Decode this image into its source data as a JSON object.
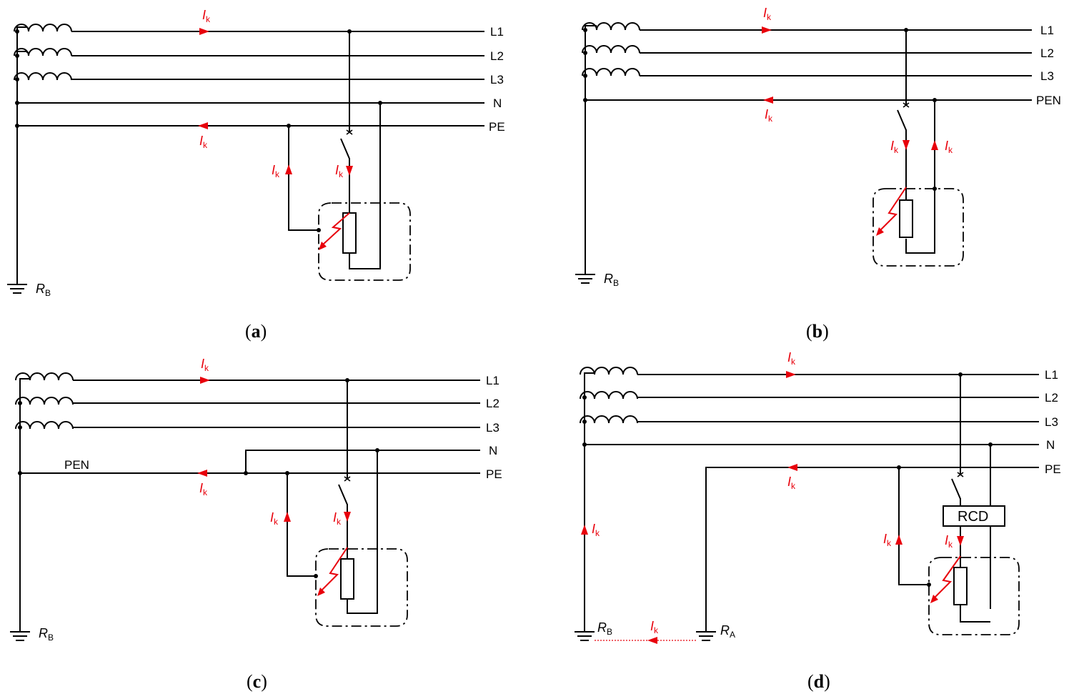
{
  "current_symbol": "I",
  "current_subscript": "k",
  "panels": {
    "a": {
      "caption_open": "(",
      "caption_letter": "a",
      "caption_close": ")",
      "line_labels": [
        "L1",
        "L2",
        "L3",
        "N",
        "PE"
      ],
      "earth_symbol": "R",
      "earth_subscript": "B"
    },
    "b": {
      "caption_open": "(",
      "caption_letter": "b",
      "caption_close": ")",
      "line_labels": [
        "L1",
        "L2",
        "L3",
        "PEN"
      ],
      "earth_symbol": "R",
      "earth_subscript": "B"
    },
    "c": {
      "caption_open": "(",
      "caption_letter": "c",
      "caption_close": ")",
      "line_labels": [
        "L1",
        "L2",
        "L3",
        "N",
        "PE"
      ],
      "pen_label": "PEN",
      "earth_symbol": "R",
      "earth_subscript": "B"
    },
    "d": {
      "caption_open": "(",
      "caption_letter": "d",
      "caption_close": ")",
      "line_labels": [
        "L1",
        "L2",
        "L3",
        "N",
        "PE"
      ],
      "rcd_label": "RCD",
      "earth_symbol_b": "R",
      "earth_subscript_b": "B",
      "earth_symbol_a": "R",
      "earth_subscript_a": "A"
    }
  },
  "colors": {
    "wire": "#000000",
    "fault_current": "#e8000b"
  }
}
